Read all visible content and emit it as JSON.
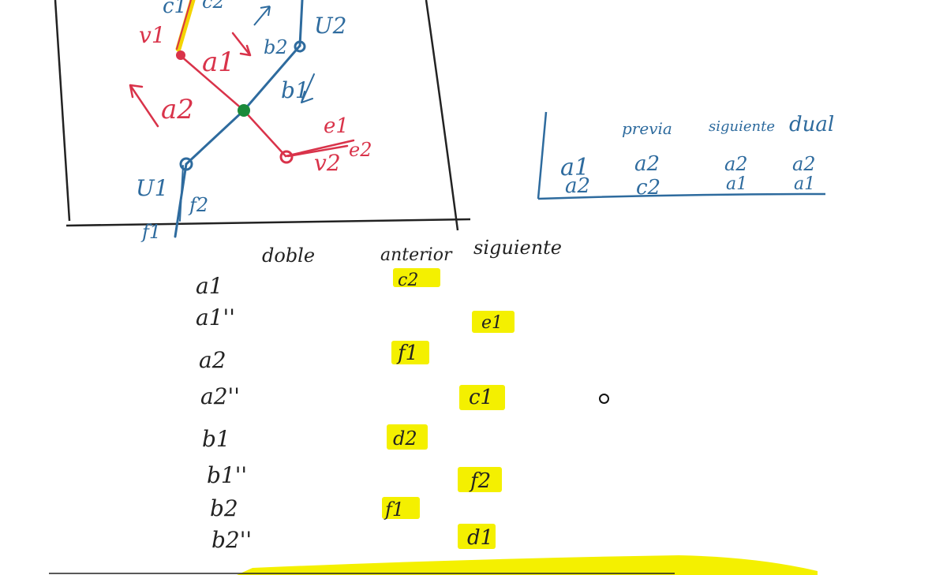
{
  "diagram": {
    "labels": {
      "c1": "c1",
      "c2": "c2",
      "v1": "v1",
      "a1": "a1",
      "a2": "a2",
      "b2": "b2",
      "u2": "U2",
      "b1": "b1",
      "e1": "e1",
      "e2": "e2",
      "v2": "v2",
      "u1": "U1",
      "f2": "f2",
      "f1": "f1"
    },
    "colors": {
      "red": "#d9334a",
      "blue": "#2e6b9e",
      "green": "#1a8a3a",
      "yellow": "#f4f000",
      "ink": "#222222"
    }
  },
  "small_table": {
    "headers": {
      "previa": "previa",
      "siguiente": "siguiente",
      "dual": "dual"
    },
    "rows": [
      {
        "name": "a1",
        "previa": "a2",
        "siguiente": "a2",
        "dual": "a2"
      },
      {
        "name": "a2",
        "previa": "c2",
        "siguiente": "a1",
        "dual": "a1"
      }
    ]
  },
  "main_table": {
    "headers": {
      "doble": "doble",
      "anterior": "anterior",
      "siguiente": "siguiente"
    },
    "rows": [
      {
        "name": "a1",
        "anterior": "c2",
        "siguiente": ""
      },
      {
        "name": "a1''",
        "anterior": "",
        "siguiente": "e1"
      },
      {
        "name": "a2",
        "anterior": "f1",
        "siguiente": ""
      },
      {
        "name": "a2''",
        "anterior": "",
        "siguiente": "c1"
      },
      {
        "name": "b1",
        "anterior": "d2",
        "siguiente": ""
      },
      {
        "name": "b1''",
        "anterior": "",
        "siguiente": "f2"
      },
      {
        "name": "b2",
        "anterior": "f1",
        "siguiente": ""
      },
      {
        "name": "b2''",
        "anterior": "",
        "siguiente": "d1"
      }
    ]
  }
}
